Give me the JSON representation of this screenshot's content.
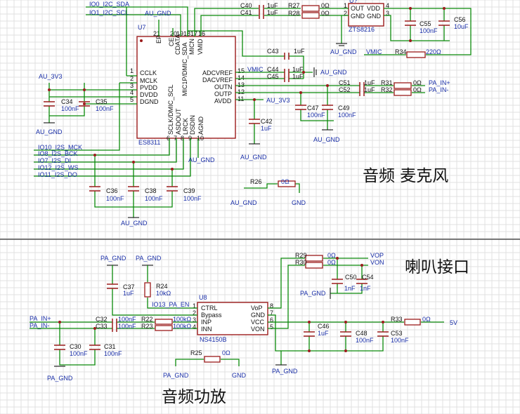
{
  "titles": {
    "mic": "音频 麦克风",
    "speaker_port": "喇叭接口",
    "amp": "音频功放"
  },
  "nets": {
    "io0": "IO0_I2C_SDA",
    "io1": "IO1_I2C_SCL",
    "io10": "IO10_I2S_MCK",
    "io8": "IO8_I2S_BCK",
    "io7": "IO7_I2S_DI",
    "io12": "IO12_I2S_WS",
    "io11": "IO11_I2S_DO",
    "io13": "IO13_PA_EN",
    "au_gnd": "AU_GND",
    "au_3v3": "AU_3V3",
    "vmic": "VMIC",
    "pa_in_p": "PA_IN+",
    "pa_in_n": "PA_IN-",
    "pa_gnd": "PA_GND",
    "gnd": "GND",
    "vop": "VOP",
    "von": "VON",
    "v5": "5V"
  },
  "chips": {
    "u7": {
      "ref": "U7",
      "part": "ES8311"
    },
    "u8": {
      "ref": "U8",
      "part": "NS4150B"
    },
    "reg": {
      "ref": "U?",
      "part": "ZTS8216"
    }
  },
  "pins": {
    "u7": {
      "cclk": "CCLK",
      "mclk": "MCLK",
      "pvdd": "PVDD",
      "dvdd": "DVDD",
      "dgnd": "DGND",
      "ce": "CE",
      "cdata": "CDATA",
      "micp": "MIC1P/DMIC_SDA",
      "micn": "MICN",
      "vmid": "VMID",
      "ep": "EP",
      "adcvref": "ADCVREF",
      "dacvref": "DACVREF",
      "outn": "OUTN",
      "outp": "OUTP",
      "avdd": "AVDD",
      "sclk": "SCLK/DMIC_SCL",
      "asdout": "ASDOUT",
      "lrck": "LRCK",
      "dsdin": "DSDIN",
      "agnd": "AGND",
      "n1": "1",
      "n2": "2",
      "n3": "3",
      "n4": "4",
      "n5": "5",
      "n21": "21",
      "n20": "20",
      "n19": "19",
      "n18": "18",
      "n17": "17",
      "n16": "16",
      "n15": "15",
      "n14": "14",
      "n13": "13",
      "n12": "12",
      "n11": "11",
      "n6": "6",
      "n7": "7",
      "n8": "8",
      "n9": "9",
      "n10": "10"
    },
    "u8": {
      "ctrl": "CTRL",
      "bypass": "Bypass",
      "inp": "INP",
      "inn": "INN",
      "vop": "VoP",
      "gnd": "GND",
      "vcc": "VCC",
      "von": "VON",
      "n1": "1",
      "n2": "2",
      "n3": "3",
      "n4": "4",
      "n5": "5",
      "n6": "6",
      "n7": "7",
      "n8": "8"
    },
    "reg": {
      "out": "OUT",
      "vdd": "VDD",
      "gnd1": "GND",
      "gnd2": "GND",
      "n1": "1",
      "n2": "2",
      "n3": "3",
      "n4": "4"
    }
  },
  "parts": {
    "c40": {
      "ref": "C40",
      "val": "1uF"
    },
    "c41": {
      "ref": "C41",
      "val": "1uF"
    },
    "r27": {
      "ref": "R27",
      "val": "0Ω"
    },
    "r28": {
      "ref": "R28",
      "val": "0Ω"
    },
    "c55": {
      "ref": "C55",
      "val": "100nF"
    },
    "c56": {
      "ref": "C56",
      "val": "10uF"
    },
    "r34": {
      "ref": "R34",
      "val": "220Ω"
    },
    "c43": {
      "ref": "C43",
      "val": "1uF"
    },
    "c44": {
      "ref": "C44",
      "val": "1uF"
    },
    "c45": {
      "ref": "C45",
      "val": "1uF"
    },
    "c51": {
      "ref": "C51",
      "val": "1uF"
    },
    "c52": {
      "ref": "C52",
      "val": "1uF"
    },
    "r31": {
      "ref": "R31",
      "val": "0Ω"
    },
    "r32": {
      "ref": "R32",
      "val": "0Ω"
    },
    "c42": {
      "ref": "C42",
      "val": "1uF"
    },
    "c47": {
      "ref": "C47",
      "val": "100nF"
    },
    "c49": {
      "ref": "C49",
      "val": "100nF"
    },
    "c34": {
      "ref": "C34",
      "val": "100nF"
    },
    "c35": {
      "ref": "C35",
      "val": "100nF"
    },
    "c36": {
      "ref": "C36",
      "val": "100nF"
    },
    "c38": {
      "ref": "C38",
      "val": "100nF"
    },
    "c39": {
      "ref": "C39",
      "val": "100nF"
    },
    "r26": {
      "ref": "R26",
      "val": "0Ω"
    },
    "r29": {
      "ref": "R29",
      "val": "0Ω"
    },
    "r30": {
      "ref": "R30",
      "val": "0Ω"
    },
    "c50": {
      "ref": "C50",
      "val": "1nF"
    },
    "c54": {
      "ref": "C54",
      "val": "1nF"
    },
    "c37": {
      "ref": "C37",
      "val": "1uF"
    },
    "r24": {
      "ref": "R24",
      "val": "10kΩ"
    },
    "c32": {
      "ref": "C32",
      "val": "100nF"
    },
    "c33": {
      "ref": "C33",
      "val": "100nF"
    },
    "r22": {
      "ref": "R22",
      "val": "100kΩ"
    },
    "r23": {
      "ref": "R23",
      "val": "100kΩ"
    },
    "c30": {
      "ref": "C30",
      "val": "100nF"
    },
    "c31": {
      "ref": "C31",
      "val": "100nF"
    },
    "c46": {
      "ref": "C46",
      "val": "1uF"
    },
    "c48": {
      "ref": "C48",
      "val": "100nF"
    },
    "c53": {
      "ref": "C53",
      "val": "100nF"
    },
    "r33": {
      "ref": "R33",
      "val": "0Ω"
    },
    "r25": {
      "ref": "R25",
      "val": "0Ω"
    }
  }
}
